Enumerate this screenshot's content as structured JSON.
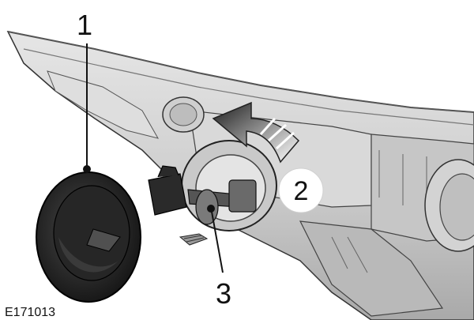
{
  "figure": {
    "callouts": [
      "1",
      "2",
      "3"
    ],
    "figure_code": "E171013"
  }
}
